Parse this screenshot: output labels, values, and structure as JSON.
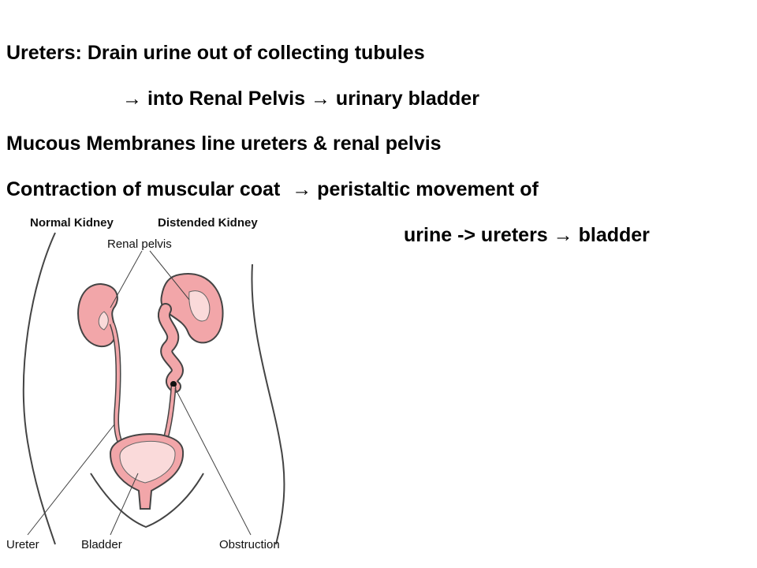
{
  "text": {
    "line1": "Ureters: Drain urine out of collecting tubules",
    "line2_part1": "into Renal Pelvis",
    "line2_part2": "urinary bladder",
    "line3": "Mucous Membranes line ureters & renal pelvis",
    "line4_part1": "Contraction of muscular coat",
    "line4_part2": "peristaltic movement of",
    "line5_part1": "urine -> ureters",
    "line5_part2": "bladder",
    "arrow_glyph": "→"
  },
  "diagram": {
    "label_normal_kidney": "Normal Kidney",
    "label_distended_kidney": "Distended Kidney",
    "label_renal_pelvis": "Renal pelvis",
    "label_ureter": "Ureter",
    "label_bladder": "Bladder",
    "label_obstruction": "Obstruction",
    "organ_fill": "#f2a6a9",
    "organ_light": "#fadada",
    "outline": "#444444"
  }
}
